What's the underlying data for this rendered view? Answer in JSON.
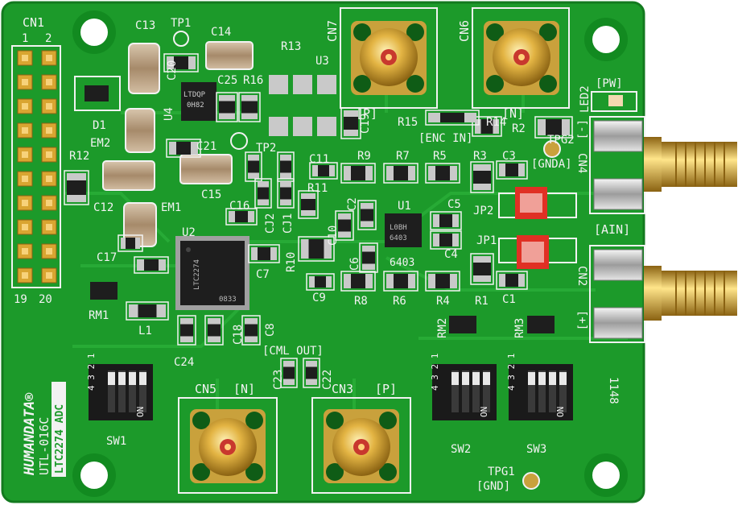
{
  "board": {
    "brand": "HUMANDATA®",
    "model": "UTL-016C",
    "subtitle": "LTC2274 ADC",
    "revision": "1148",
    "colors": {
      "pcb": "#1c9a2a",
      "pcb_dark": "#137a1f",
      "silk": "#f2f2f2",
      "gold": "#d9a531",
      "pad": "#c9c9c9",
      "chip": "#1e1e1e"
    }
  },
  "header_labels": {
    "cn1": "CN1",
    "pin1": "1",
    "pin2": "2",
    "pin19": "19",
    "pin20": "20"
  },
  "connector_labels": {
    "cn7": "CN7",
    "cn7_tag": "[P]",
    "cn6": "CN6",
    "cn6_tag": "[N]",
    "cn5": "CN5",
    "cn5_tag": "[N]",
    "cn3": "CN3",
    "cn3_tag": "[P]",
    "cn4": "CN4",
    "cn4_tag": "[-]",
    "cn2": "CN2",
    "cn2_tag": "[+]",
    "ain": "[AIN]",
    "enc_in": "[ENC IN]",
    "cml_out": "[CML  OUT]",
    "gnda": "[GNDA]",
    "gnd": "[GND]",
    "pw": "[PW]"
  },
  "chip_text": {
    "u2_line1": "LTC2274",
    "u2_line2": "0833",
    "u4_line1": "LTDQP",
    "u4_line2": "0H82",
    "u1_line1": "L0BH",
    "u1_line2": "6403"
  },
  "ref_labels": {
    "c13": "C13",
    "tp1": "TP1",
    "c14": "C14",
    "r13": "R13",
    "u3": "U3",
    "c20": "C20",
    "c25": "C25",
    "r16": "R16",
    "u4": "U4",
    "d1": "D1",
    "em2": "EM2",
    "c21": "C21",
    "tp2": "TP2",
    "c19": "C19",
    "r15": "R15",
    "r14": "R14",
    "r2": "R2",
    "tpg2": "TPG2",
    "led2": "LED2",
    "r12": "R12",
    "c12": "C12",
    "em1": "EM1",
    "c15": "C15",
    "c16": "C16",
    "cj2": "CJ2",
    "cj1": "CJ1",
    "c11": "C11",
    "r11": "R11",
    "r9": "R9",
    "r7": "R7",
    "r5": "R5",
    "r3": "R3",
    "c3": "C3",
    "jp2": "JP2",
    "jp1": "JP1",
    "u2": "U2",
    "c17": "C17",
    "c7": "C7",
    "r10": "R10",
    "c2": "C2",
    "c10": "C10",
    "u1": "U1",
    "c5": "C5",
    "c4": "C4",
    "c6": "C6",
    "c9": "C9",
    "r8": "R8",
    "r6": "R6",
    "r4": "R4",
    "r1": "R1",
    "c1": "C1",
    "rm1": "RM1",
    "l1": "L1",
    "c18": "C18",
    "c8": "C8",
    "c24": "C24",
    "c23": "C23",
    "c22": "C22",
    "rm2": "RM2",
    "rm3": "RM3",
    "sw1": "SW1",
    "sw2": "SW2",
    "sw3": "SW3",
    "tpg1": "TPG1"
  },
  "switch_text": {
    "nums": "4 3 2 1",
    "on": "ON"
  },
  "icons": [
    "mounting-hole-icon",
    "sma-connector-icon",
    "dip-switch-icon",
    "jumper-icon",
    "led-icon",
    "test-point-icon"
  ]
}
